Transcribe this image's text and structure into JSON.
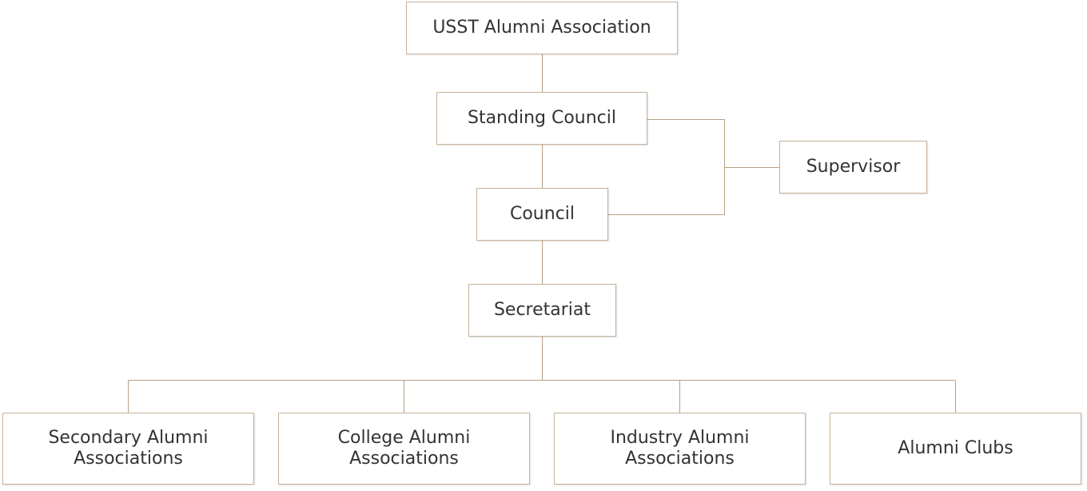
{
  "colors": {
    "border": "#c7b299",
    "line": "#b8a184",
    "text": "#333333"
  },
  "nodes": {
    "alumni_association": "USST Alumni Association",
    "standing_council": "Standing Council",
    "supervisor": "Supervisor",
    "council": "Council",
    "secretariat": "Secretariat",
    "secondary_line1": "Secondary Alumni",
    "secondary_line2": "Associations",
    "college_line1": "College Alumni",
    "college_line2": "Associations",
    "industry_line1": "Industry Alumni",
    "industry_line2": "Associations",
    "alumni_clubs": "Alumni Clubs"
  }
}
